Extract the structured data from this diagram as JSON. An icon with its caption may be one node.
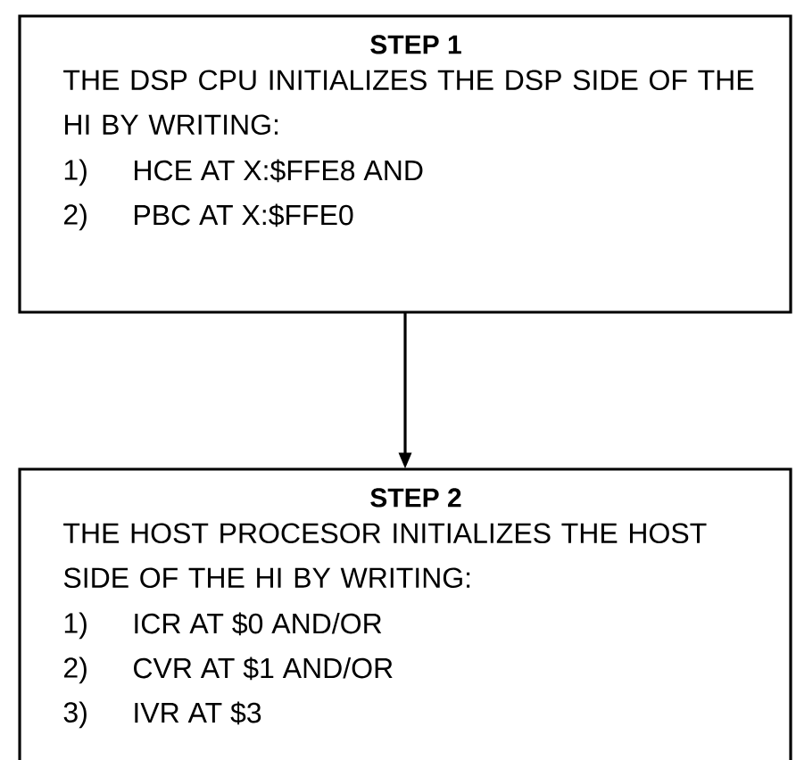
{
  "diagram": {
    "nodes": [
      {
        "text": [
          "STEP 1",
          "THE DSP CPU INITIALIZES THE DSP SIDE OF THE HI BY WRITING:",
          "1)",
          "HCE AT X:$FFE8 AND",
          "2)",
          "PBC AT X:$FFE0"
        ]
      },
      {
        "text": [
          "STEP 2",
          "THE HOST PROCESOR INITIALIZES THE HOST SIDE OF THE HI BY WRITING:",
          "1)",
          "ICR AT $0 AND/OR",
          "2)",
          "CVR AT $1 AND/OR",
          "3)",
          "IVR AT $3"
        ]
      }
    ],
    "edges": [
      {
        "from": 0,
        "to": 1,
        "arrow": "to"
      }
    ]
  }
}
